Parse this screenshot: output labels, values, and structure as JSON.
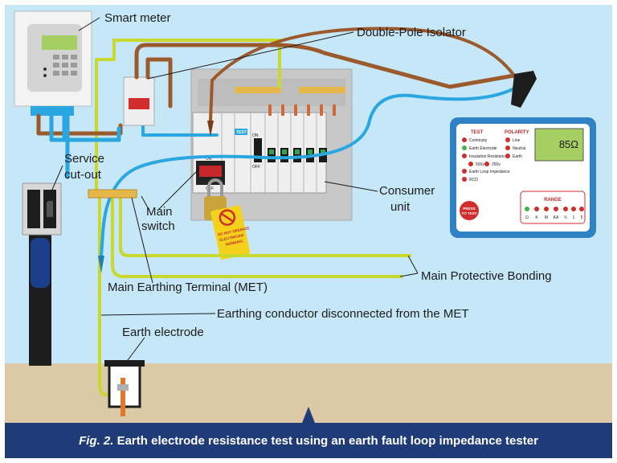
{
  "labels": {
    "smart_meter": "Smart meter",
    "double_pole_isolator": "Double-Pole Isolator",
    "service_cutout_line1": "Service",
    "service_cutout_line2": "cut-out",
    "main_switch_line1": "Main",
    "main_switch_line2": "switch",
    "consumer_unit_line1": "Consumer",
    "consumer_unit_line2": "unit",
    "main_protective_bonding": "Main Protective Bonding",
    "met": "Main Earthing Terminal (MET)",
    "earthing_conductor": "Earthing conductor disconnected from the MET",
    "earth_electrode": "Earth electrode"
  },
  "consumer_unit": {
    "test_button": "TEST",
    "on": "ON",
    "off": "OFF",
    "switch_on": "ON",
    "switch_off": "OFF",
    "tag_line1": "DO NOT OPERATE",
    "tag_line2": "ELECTRICIAN",
    "tag_line3": "WORKING"
  },
  "tester": {
    "reading": "85Ω",
    "test_header": "TEST",
    "polarity_header": "POLARITY",
    "tests": [
      "Continuity",
      "Earth Electrode",
      "Insulation Resistance"
    ],
    "voltages": [
      "500v",
      "250v"
    ],
    "tests_lower": [
      "Earth Loop Impedance",
      "RCD"
    ],
    "polarity": [
      "Line",
      "Neutral",
      "Earth"
    ],
    "press_line1": "PRESS",
    "press_line2": "TO TEST",
    "range_header": "RANGE",
    "ranges": [
      "Ω",
      "K",
      "M",
      "KA",
      "½",
      "1",
      "5"
    ]
  },
  "caption": {
    "prefix": "Fig. 2.",
    "text": " Earth electrode resistance test using an earth fault loop impedance tester"
  },
  "colors": {
    "background": "#c6e7f7",
    "ground": "#dcc9a6",
    "caption_bar": "#1f3c78",
    "brown_wire": "#9b5a2b",
    "blue_wire": "#2aa6e0",
    "earth_wire": "#c9d82c",
    "tester_body": "#2f83c5",
    "accent_red": "#d22d2d"
  }
}
